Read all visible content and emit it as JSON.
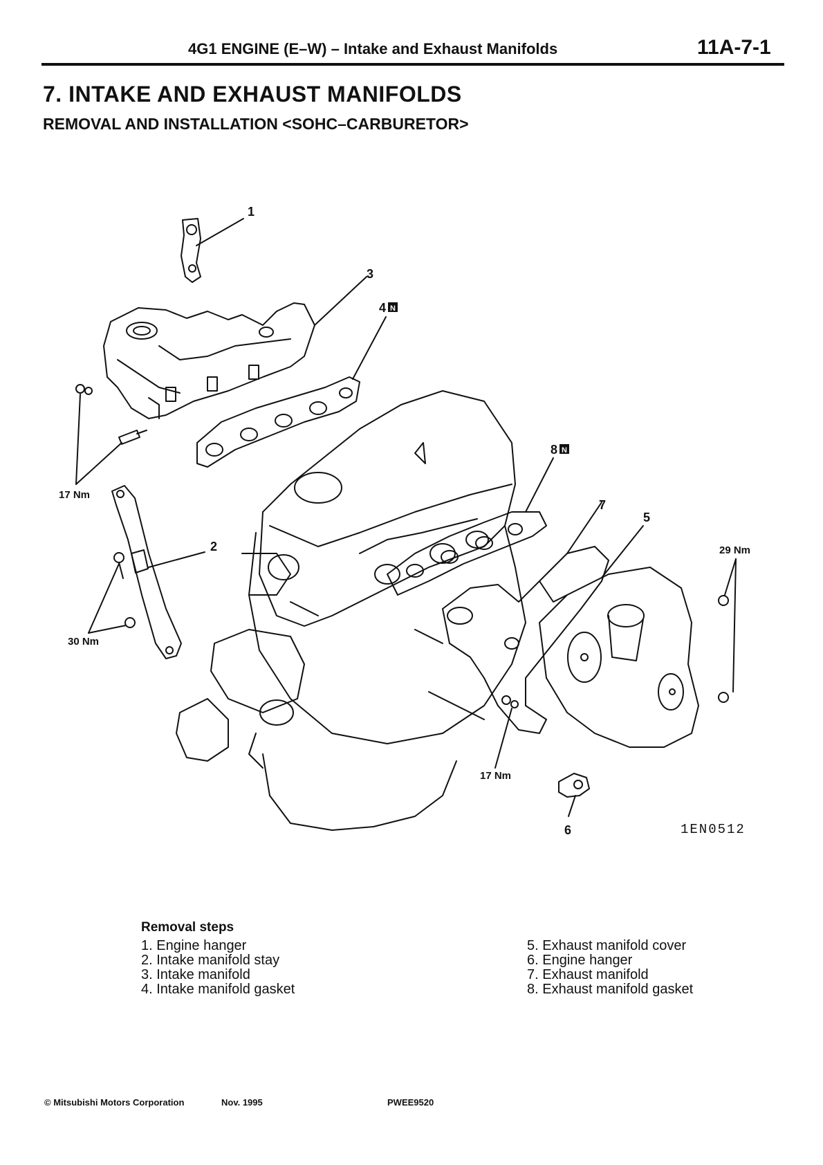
{
  "header": {
    "section_title": "4G1 ENGINE (E–W) – Intake and Exhaust Manifolds",
    "page_number": "11A-7-1"
  },
  "title": "7. INTAKE AND EXHAUST MANIFOLDS",
  "subtitle": "REMOVAL AND INSTALLATION <SOHC–CARBURETOR>",
  "figure": {
    "callouts": {
      "c1": "1",
      "c2": "2",
      "c3": "3",
      "c4": "4",
      "c5": "5",
      "c6": "6",
      "c7": "7",
      "c8": "8"
    },
    "new_part_mark": "N",
    "torques": {
      "t_intake": "17 Nm",
      "t_stay": "30 Nm",
      "t_cover": "29 Nm",
      "t_exhaust": "17 Nm"
    },
    "figure_code": "1EN0512"
  },
  "removal_steps": {
    "heading": "Removal steps",
    "left": [
      "1. Engine hanger",
      "2. Intake manifold stay",
      "3. Intake manifold",
      "4. Intake manifold gasket"
    ],
    "right": [
      "5. Exhaust manifold cover",
      "6. Engine hanger",
      "7. Exhaust manifold",
      "8. Exhaust manifold gasket"
    ]
  },
  "footer": {
    "copyright": "© Mitsubishi Motors Corporation",
    "date": "Nov. 1995",
    "code": "PWEE9520"
  }
}
